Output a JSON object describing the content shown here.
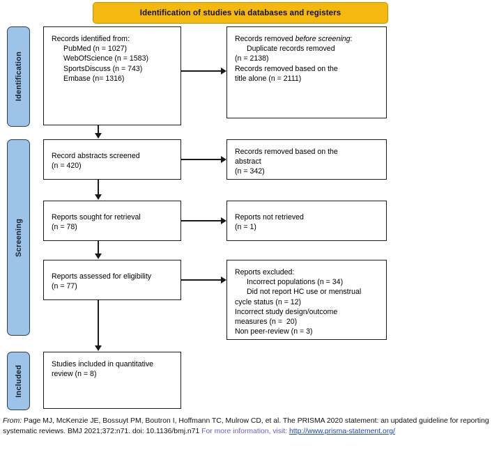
{
  "banner": {
    "title": "Identification of studies via databases and registers",
    "color": "#F5B80E"
  },
  "phases": {
    "color": "#9DC3E9",
    "identification": "Identification",
    "screening": "Screening",
    "included": "Included"
  },
  "boxes": {
    "identified": {
      "heading": "Records identified from:",
      "lines": [
        "PubMed (n = 1027)",
        "WebOfScience (n = 1583)",
        "SportsDiscuss (n = 743)",
        "Embase (n= 1316)"
      ]
    },
    "removed_before": {
      "heading_plain": "Records removed ",
      "heading_italic": "before screening",
      "heading_tail": ":",
      "lines": [
        "Duplicate records removed",
        "(n = 2138)",
        "Records removed based on the",
        "title alone (n = 2111)"
      ]
    },
    "screened": {
      "line1": "Record abstracts screened",
      "line2": "(n = 420)"
    },
    "removed_abstract": {
      "line1": "Records removed based on the",
      "line2": "abstract",
      "line3": "(n = 342)"
    },
    "sought": {
      "line1": "Reports sought for retrieval",
      "line2": "(n = 78)"
    },
    "not_retrieved": {
      "line1": "Reports not retrieved",
      "line2": "(n = 1)"
    },
    "assessed": {
      "line1": "Reports assessed for eligibility",
      "line2": "(n = 77)"
    },
    "excluded": {
      "heading": "Reports excluded:",
      "lines": [
        "Incorrect populations (n = 34)",
        "Did not report HC use or menstrual",
        "cycle status (n = 12)",
        "Incorrect study design/outcome",
        "measures (n =  20)",
        "Non peer-review (n = 3)"
      ]
    },
    "included": {
      "line1": "Studies included in quantitative",
      "line2": "review (n = 8)"
    }
  },
  "footer": {
    "from_label": "From:",
    "citation": "  Page MJ, McKenzie JE, Bossuyt PM, Boutron I, Hoffmann TC, Mulrow CD, et al. The PRISMA 2020 statement: an updated guideline for reporting systematic reviews. BMJ 2021;372:n71. doi: 10.1136/bmj.n71 ",
    "more_info": "For more information, visit: ",
    "url": "http://www.prisma-statement.org/"
  }
}
